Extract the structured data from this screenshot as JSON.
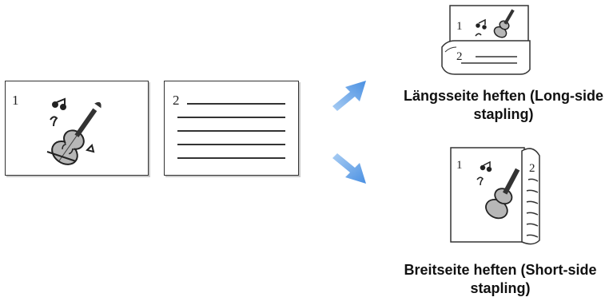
{
  "diagram": {
    "page_one": {
      "number": "1"
    },
    "page_two": {
      "number": "2"
    },
    "long_side": {
      "number_front": "1",
      "number_back": "2",
      "caption": "Längsseite heften (Long-side stapling)"
    },
    "short_side": {
      "number_front": "1",
      "number_back": "2",
      "caption": "Breitseite heften (Short-side stapling)"
    },
    "colors": {
      "arrow": "#4a90e2",
      "arrow_light": "#a9cdf3",
      "outline": "#333333",
      "shadow": "#c9c9c9"
    },
    "icons": [
      "violin-icon",
      "music-note-icon",
      "arrow-up-right-icon",
      "arrow-down-right-icon"
    ]
  }
}
